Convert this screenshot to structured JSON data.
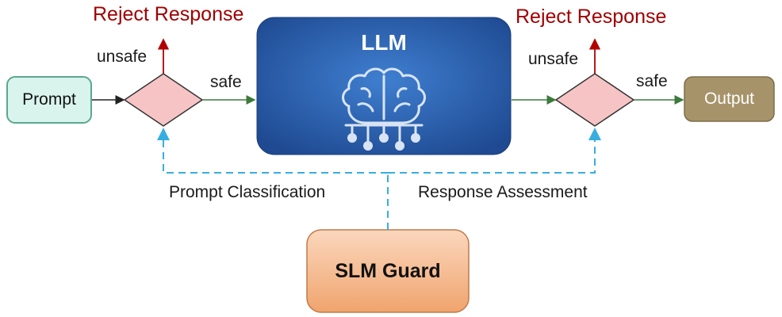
{
  "nodes": {
    "prompt": "Prompt",
    "llm": "LLM",
    "output": "Output",
    "guard": "SLM Guard"
  },
  "branches": {
    "reject_left": "Reject Response",
    "reject_right": "Reject Response",
    "unsafe_left": "unsafe",
    "unsafe_right": "unsafe",
    "safe_left": "safe",
    "safe_right": "safe"
  },
  "guard_links": {
    "prompt_classification": "Prompt Classification",
    "response_assessment": "Response Assessment"
  },
  "icons": {
    "llm_icon": "brain-circuit-icon"
  },
  "colors": {
    "prompt_fill": "#d9f4ec",
    "prompt_stroke": "#5aa88f",
    "llm_fill": "#2b5aa8",
    "decision_fill": "#f7c4c6",
    "output_fill": "#a6936a",
    "guard_fill": "#f4b98f",
    "reject_color": "#a00000",
    "safe_arrow": "#3c7a3c",
    "guard_link": "#38aee0"
  }
}
